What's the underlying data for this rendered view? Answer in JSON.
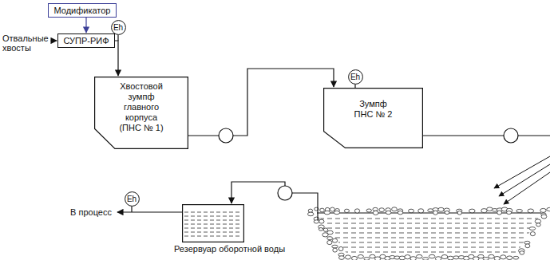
{
  "diagram": {
    "nodes": [
      {
        "text": [
          "Модификатор"
        ]
      },
      {
        "text": [
          "Eh"
        ]
      },
      {
        "text": [
          "СУПР-РИФ"
        ]
      },
      {
        "text": [
          "Хвостовой зумпф главного корпуса (ПНС № 1)"
        ]
      },
      {
        "text": [
          "Eh"
        ]
      },
      {
        "text": [
          "Зумпф ПНС № 2"
        ]
      },
      {
        "text": [
          "Eh"
        ]
      },
      {
        "text": [
          "Резервуар оборотной воды"
        ]
      }
    ],
    "edges": [
      {
        "from": 0,
        "to": 2,
        "arrow": "to"
      },
      {
        "from": 2,
        "to": 3,
        "arrow": "to"
      },
      {
        "from": 3,
        "to": 5,
        "arrow": "to"
      }
    ],
    "labels": [
      "Отвальные хвосты",
      "В процесс"
    ]
  }
}
